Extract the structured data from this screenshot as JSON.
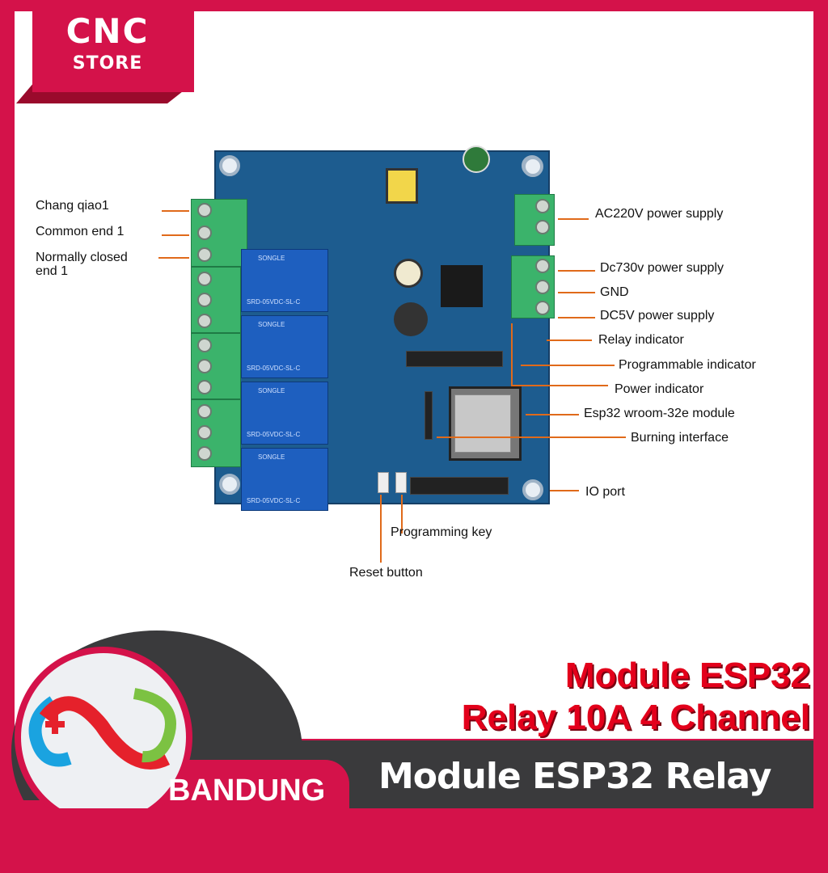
{
  "brand": {
    "logo_line1": "CNC",
    "logo_line2": "STORE",
    "location": "BANDUNG"
  },
  "colors": {
    "brand": "#d4124a",
    "title_red": "#e3001b",
    "band": "#3a3a3c",
    "pcb": "#1d5c8f",
    "leader_line": "#e06a1a"
  },
  "annotations": {
    "left": [
      "Chang qiao1",
      "Common end 1",
      "Normally closed end 1"
    ],
    "right": [
      "AC220V power supply",
      "Dc730v power supply",
      "GND",
      "DC5V power supply",
      "Relay indicator",
      "Programmable indicator",
      "Power indicator",
      "Esp32 wroom-32e module",
      "Burning interface",
      "IO port"
    ],
    "bottom": [
      "Programming key",
      "Reset button"
    ]
  },
  "relay_label": "SONGLE",
  "relay_model": "SRD-05VDC-SL-C",
  "title": {
    "line1": "Module ESP32",
    "line2": "Relay 10A 4 Channel"
  },
  "band_text": "Module ESP32 Relay"
}
